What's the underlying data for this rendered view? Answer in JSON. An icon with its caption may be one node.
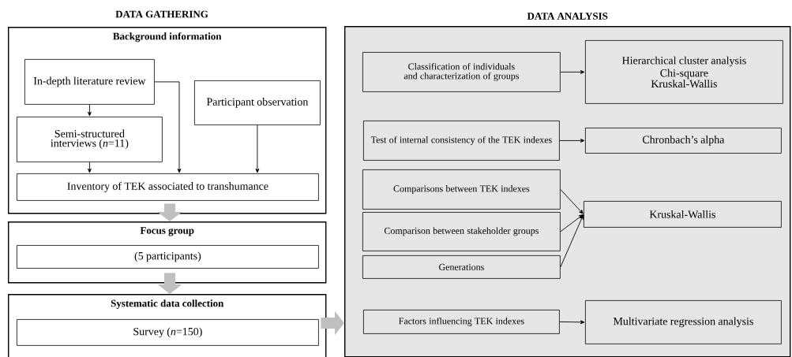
{
  "diagram": {
    "nodes": [
      {
        "text": [
          "Background information"
        ]
      },
      {
        "text": [
          "In-depth literature review"
        ],
        "in": 0
      },
      {
        "text": [
          "Participant observation"
        ],
        "in": 0
      },
      {
        "text": [
          "Semi-structured interviews (*n*=11)"
        ],
        "in": 0
      },
      {
        "text": [
          "Inventory of TEK associated to transhumance"
        ],
        "in": 0
      },
      {
        "text": [
          "Focus group"
        ]
      },
      {
        "text": [
          "(5 participants)"
        ],
        "in": 5
      },
      {
        "text": [
          "Systematic data collection"
        ]
      },
      {
        "text": [
          "Survey (*n*=150)"
        ],
        "in": 7
      },
      {
        "text": [
          "DATA ANALYSIS"
        ]
      },
      {
        "text": [
          "Classification of individuals and characterization of groups"
        ],
        "in": 9
      },
      {
        "text": [
          "Hierarchical cluster analysis",
          "Chi-square",
          "Kruskal-Wallis"
        ],
        "in": 9
      },
      {
        "text": [
          "Test of internal consistency of the TEK indexes"
        ],
        "in": 9
      },
      {
        "text": [
          "Chronbach’s alpha"
        ],
        "in": 9
      },
      {
        "text": [
          "Comparisons between TEK indexes"
        ],
        "in": 9
      },
      {
        "text": [
          "Comparison between stakeholder groups"
        ],
        "in": 9
      },
      {
        "text": [
          "Generations"
        ],
        "in": 9
      },
      {
        "text": [
          "Kruskal-Wallis"
        ],
        "in": 9
      },
      {
        "text": [
          "Factors influencing TEK indexes"
        ],
        "in": 9
      },
      {
        "text": [
          "Multivariate regression analysis"
        ],
        "in": 9
      }
    ],
    "edges": [
      {
        "from": 1,
        "to": 3,
        "arrow": "to"
      },
      {
        "from": 1,
        "to": 4,
        "arrow": "to"
      },
      {
        "from": 3,
        "to": 4,
        "arrow": "to"
      },
      {
        "from": 2,
        "to": 4,
        "arrow": "to"
      },
      {
        "from": 0,
        "to": 5,
        "arrow": "to",
        "style": "thick",
        "color": "#bfbfbf"
      },
      {
        "from": 5,
        "to": 7,
        "arrow": "to",
        "style": "thick",
        "color": "#bfbfbf"
      },
      {
        "from": 7,
        "to": 9,
        "arrow": "to",
        "style": "thick",
        "color": "#bfbfbf"
      },
      {
        "from": 10,
        "to": 11,
        "arrow": "to"
      },
      {
        "from": 12,
        "to": 13,
        "arrow": "to"
      },
      {
        "from": 14,
        "to": 17,
        "arrow": "to"
      },
      {
        "from": 15,
        "to": 17,
        "arrow": "to"
      },
      {
        "from": 16,
        "to": 17,
        "arrow": "to"
      },
      {
        "from": 18,
        "to": 19,
        "arrow": "to"
      }
    ],
    "labels": [
      "DATA GATHERING"
    ]
  }
}
